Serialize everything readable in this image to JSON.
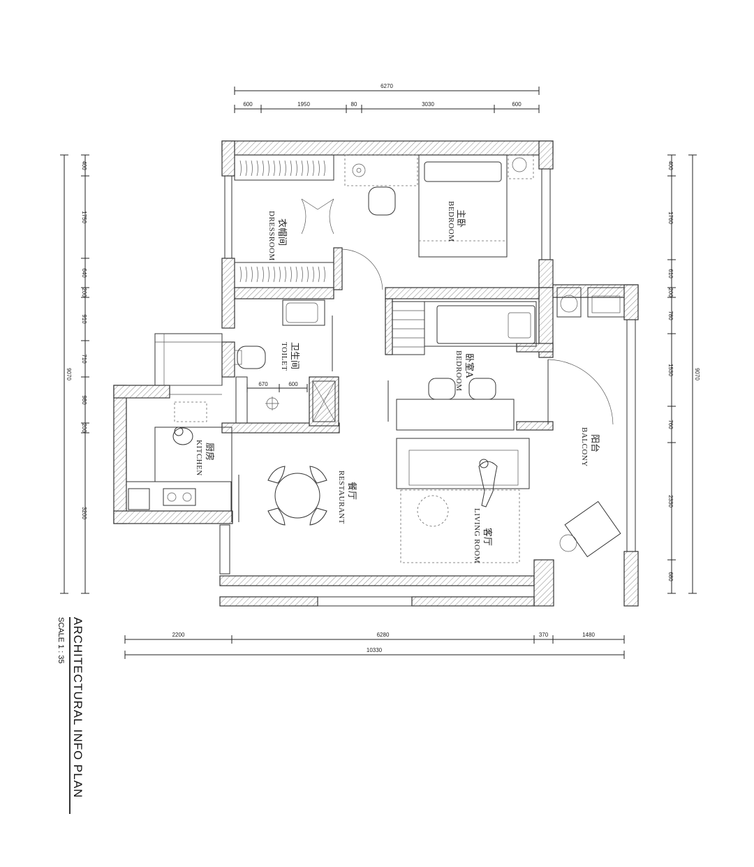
{
  "title": "ARCHITECTURAL INFO PLAN",
  "scale": "SCALE 1 : 35",
  "dimensions": {
    "top_total": "6270",
    "top_segments": [
      "600",
      "1950",
      "80",
      "3030",
      "600"
    ],
    "bottom_segments": [
      "2200",
      "6280",
      "370",
      "1480"
    ],
    "bottom_total": "10330",
    "left_segments": [
      "400",
      "1750",
      "640",
      "200",
      "910",
      "710",
      "980",
      "200",
      "3200"
    ],
    "left_total": "9070",
    "right_segments": [
      "400",
      "1760",
      "610",
      "200",
      "780",
      "1530",
      "760",
      "2330",
      "680"
    ],
    "right_total": "9070",
    "toilet_segments": [
      "670",
      "600"
    ]
  },
  "rooms": {
    "dressroom": {
      "zh": "衣帽间",
      "en": "DRESSROOM"
    },
    "master_bedroom": {
      "zh": "主卧",
      "en": "BEDROOM"
    },
    "toilet": {
      "zh": "卫生间",
      "en": "TOILET"
    },
    "bedroom_a": {
      "zh": "卧室A",
      "en": "BEDROOM"
    },
    "kitchen": {
      "zh": "厨房",
      "en": "KITCHEN"
    },
    "restaurant": {
      "zh": "餐厅",
      "en": "RESTAURANT"
    },
    "living_room": {
      "zh": "客厅",
      "en": "LIVING ROOM"
    },
    "balcony": {
      "zh": "阳台",
      "en": "BALCONY"
    }
  }
}
